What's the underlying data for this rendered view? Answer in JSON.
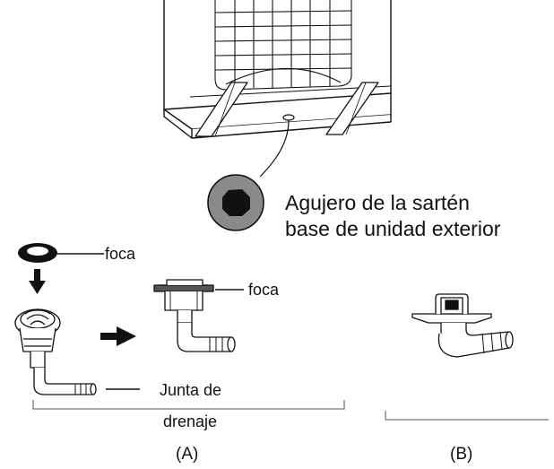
{
  "labels": {
    "hole_line1": "Agujero de la sartén",
    "hole_line2": "base de unidad exterior",
    "seal_top": "foca",
    "seal_right": "foca",
    "joint_line1": "Junta de",
    "joint_line2": "drenaje",
    "caption_a": "(A)",
    "caption_b": "(B)"
  },
  "colors": {
    "ink": "#111111",
    "hole_gray": "#8a8a8a",
    "washer_gray": "#707070"
  }
}
